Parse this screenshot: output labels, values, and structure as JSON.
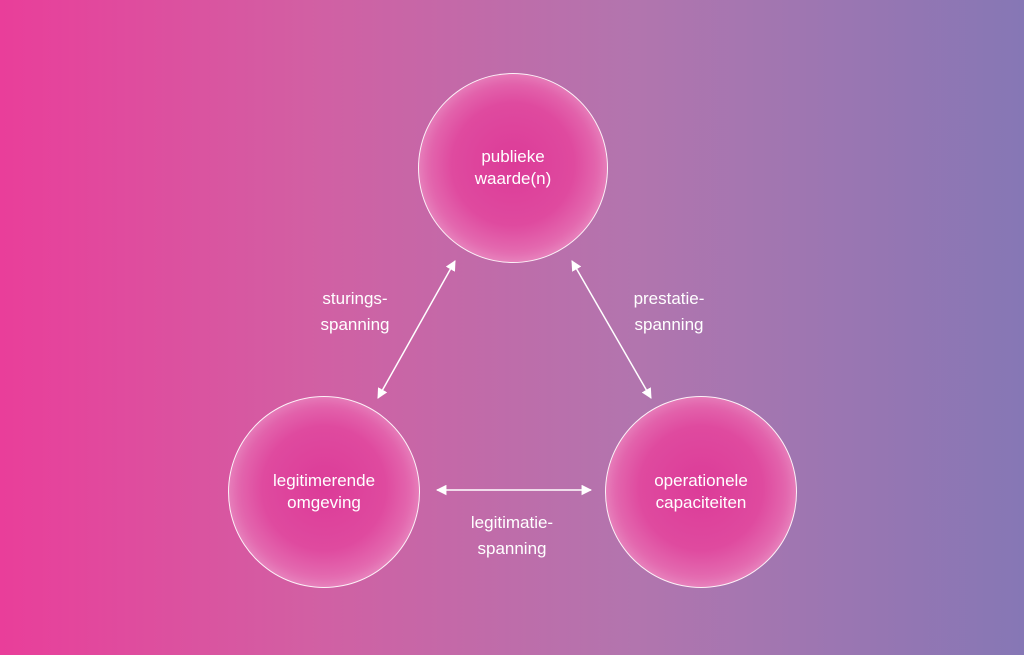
{
  "nodes": {
    "top": "publieke\nwaarde(n)",
    "left": "legitimerende\nomgeving",
    "right": "operationele\ncapaciteiten"
  },
  "edges": {
    "left": "sturings-\nspanning",
    "right": "prestatie-\nspanning",
    "bottom": "legitimatie-\nspanning"
  },
  "colors": {
    "gradient_left": "#e93e9a",
    "gradient_right": "#8677b5",
    "node_fill": "#dc3b98",
    "line": "#ffffff"
  }
}
